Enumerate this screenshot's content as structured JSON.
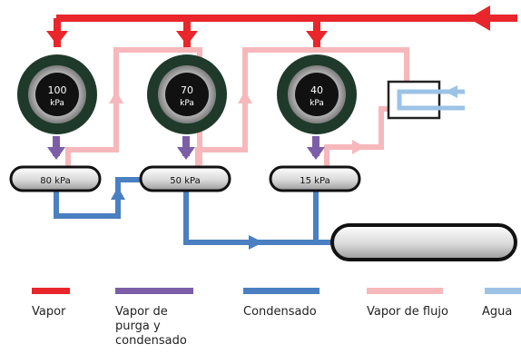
{
  "vessels": [
    {
      "pressure": "100",
      "unit": "kPa"
    },
    {
      "pressure": "70",
      "unit": "kPa"
    },
    {
      "pressure": "40",
      "unit": "kPa"
    }
  ],
  "flash_tanks": [
    {
      "label": "80 kPa"
    },
    {
      "label": "50 kPa"
    },
    {
      "label": "15 kPa"
    }
  ],
  "legend": [
    {
      "label": "Vapor",
      "color": "#e8262b"
    },
    {
      "label": "Vapor de\npurga y\ncondensado",
      "color": "#7b5ea7"
    },
    {
      "label": "Condensado",
      "color": "#4a7fc1"
    },
    {
      "label": "Vapor de flujo",
      "color": "#f6b8bb"
    },
    {
      "label": "Agua",
      "color": "#9cc3e6"
    }
  ],
  "colors": {
    "steam": "#e8262b",
    "purge": "#7b5ea7",
    "condensate": "#4a7fc1",
    "flash": "#f6b8bb",
    "water": "#9cc3e6"
  }
}
